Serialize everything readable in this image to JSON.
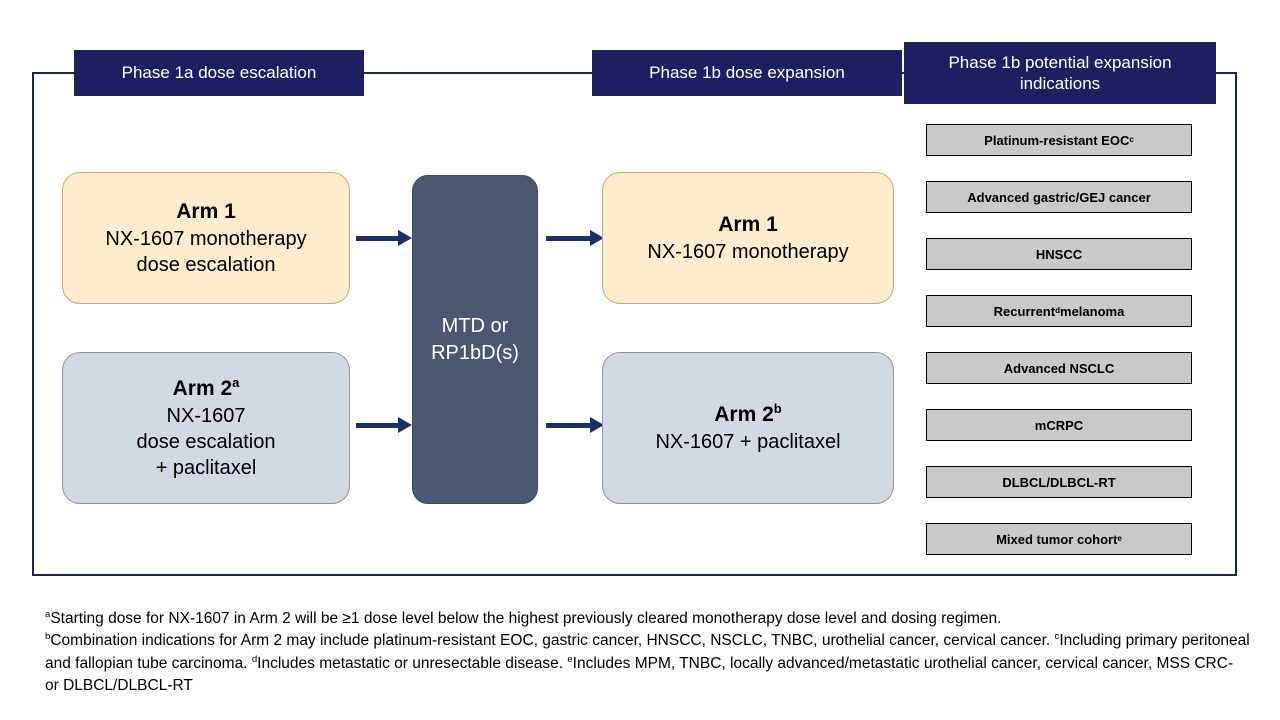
{
  "colors": {
    "frame_navy": "#1f2353",
    "header_navy": "#1b2160",
    "arrow_navy": "#1b2f66",
    "mtd_slate": "#4a5872",
    "arm_cream": "#fdeccd",
    "arm_cream_border": "#c8a970",
    "arm_grey": "#d2d9e4",
    "arm_grey_border": "#8e95a0",
    "indication_grey": "#c9c9c9",
    "background": "#ffffff",
    "text_black": "#000000",
    "text_white": "#ffffff"
  },
  "headers": {
    "phase_1a": "Phase 1a dose escalation",
    "phase_1b": "Phase 1b dose expansion",
    "phase_1b_expansion_line1": "Phase 1b potential expansion",
    "phase_1b_expansion_line2": "indications"
  },
  "escalation": {
    "arm1": {
      "title": "Arm 1",
      "line2": "NX-1607 monotherapy",
      "line3": "dose escalation"
    },
    "arm2": {
      "title": "Arm 2",
      "title_superscript": "a",
      "line2": "NX-1607",
      "line3": "dose escalation",
      "line4": "+ paclitaxel"
    }
  },
  "decision": {
    "line1": "MTD or",
    "line2": "RP1bD(s)"
  },
  "expansion": {
    "arm1": {
      "title": "Arm 1",
      "line2": "NX-1607 monotherapy"
    },
    "arm2": {
      "title": "Arm 2",
      "title_superscript": "b",
      "line2": "NX-1607 + paclitaxel"
    }
  },
  "indications": [
    {
      "label": "Platinum-resistant EOC",
      "superscript": "c"
    },
    {
      "label": "Advanced gastric/GEJ cancer",
      "superscript": ""
    },
    {
      "label": "HNSCC",
      "superscript": ""
    },
    {
      "label": "Recurrent",
      "superscript": "d",
      "suffix": " melanoma"
    },
    {
      "label": "Advanced NSCLC",
      "superscript": ""
    },
    {
      "label": "mCRPC",
      "superscript": ""
    },
    {
      "label": "DLBCL/DLBCL-RT",
      "superscript": ""
    },
    {
      "label": "Mixed tumor cohort",
      "superscript": "e"
    }
  ],
  "footnotes": {
    "a_marker": "a",
    "a_text": "Starting dose for NX-1607 in Arm 2 will be ≥1 dose level below the highest previously cleared monotherapy dose level and dosing regimen.",
    "b_marker": "b",
    "b_text": "Combination indications for Arm 2 may include platinum-resistant EOC, gastric cancer, HNSCC, NSCLC, TNBC, urothelial cancer, cervical cancer. ",
    "c_marker": "c",
    "c_text": "Including primary peritoneal and fallopian tube carcinoma. ",
    "d_marker": "d",
    "d_text": "Includes metastatic or unresectable disease. ",
    "e_marker": "e",
    "e_text": "Includes MPM, TNBC, locally advanced/metastatic urothelial cancer, cervical cancer, MSS CRC- or DLBCL/DLBCL-RT"
  }
}
